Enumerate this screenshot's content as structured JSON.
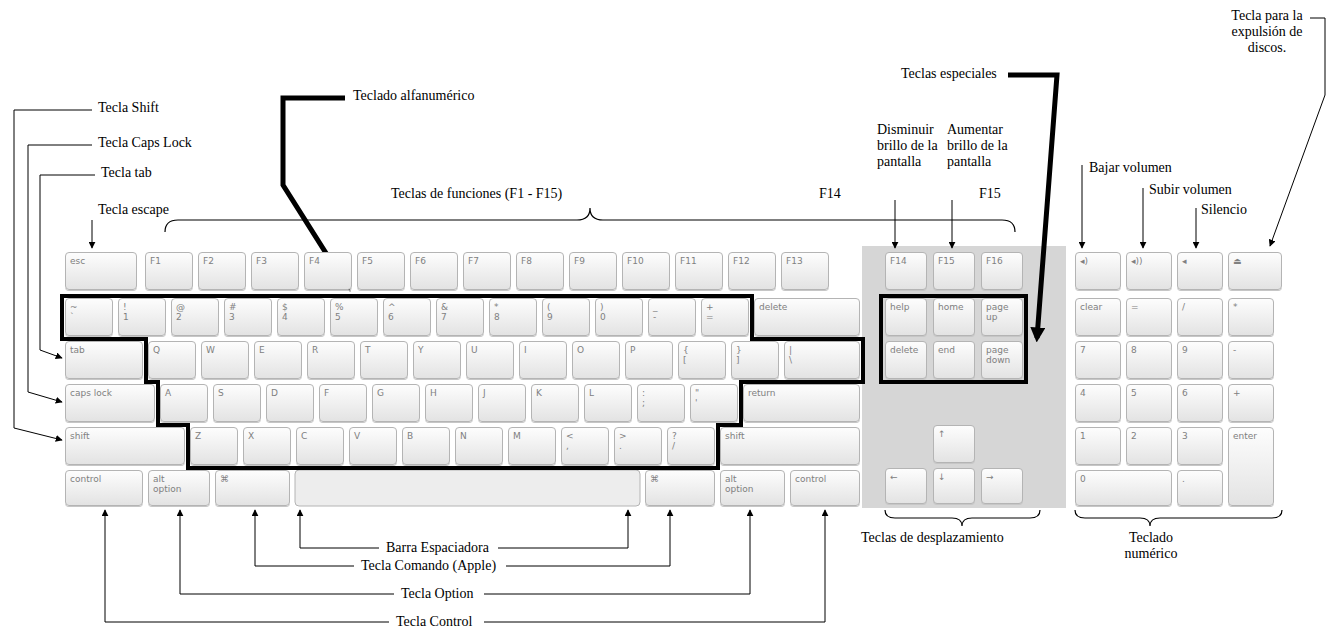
{
  "diagram": {
    "nodes": [
      {
        "text": [
          "esc"
        ]
      },
      {
        "text": [
          "F1"
        ]
      },
      {
        "text": [
          "F2"
        ]
      },
      {
        "text": [
          "F3"
        ]
      },
      {
        "text": [
          "F4"
        ]
      },
      {
        "text": [
          "F5"
        ]
      },
      {
        "text": [
          "F6"
        ]
      },
      {
        "text": [
          "F7"
        ]
      },
      {
        "text": [
          "F8"
        ]
      },
      {
        "text": [
          "F9"
        ]
      },
      {
        "text": [
          "F10"
        ]
      },
      {
        "text": [
          "F11"
        ]
      },
      {
        "text": [
          "F12"
        ]
      },
      {
        "text": [
          "F13"
        ]
      },
      {
        "text": [
          "F14"
        ]
      },
      {
        "text": [
          "F15"
        ]
      },
      {
        "text": [
          "F16"
        ]
      },
      {
        "text": [
          "◂)"
        ]
      },
      {
        "text": [
          "◂))"
        ]
      },
      {
        "text": [
          "◂"
        ]
      },
      {
        "text": [
          "⏏"
        ]
      },
      {
        "text": [
          "~",
          "`"
        ]
      },
      {
        "text": [
          "!",
          "1"
        ]
      },
      {
        "text": [
          "@",
          "2"
        ]
      },
      {
        "text": [
          "#",
          "3"
        ]
      },
      {
        "text": [
          "$",
          "4"
        ]
      },
      {
        "text": [
          "%",
          "5"
        ]
      },
      {
        "text": [
          "^",
          "6"
        ]
      },
      {
        "text": [
          "&",
          "7"
        ]
      },
      {
        "text": [
          "*",
          "8"
        ]
      },
      {
        "text": [
          "(",
          "9"
        ]
      },
      {
        "text": [
          ")",
          "0"
        ]
      },
      {
        "text": [
          "_",
          "-"
        ]
      },
      {
        "text": [
          "+",
          "="
        ]
      },
      {
        "text": [
          "delete"
        ]
      },
      {
        "text": [
          "help"
        ]
      },
      {
        "text": [
          "home"
        ]
      },
      {
        "text": [
          "page up"
        ]
      },
      {
        "text": [
          "clear"
        ]
      },
      {
        "text": [
          "="
        ]
      },
      {
        "text": [
          "/"
        ]
      },
      {
        "text": [
          "*"
        ]
      },
      {
        "text": [
          "tab"
        ]
      },
      {
        "text": [
          "Q"
        ]
      },
      {
        "text": [
          "W"
        ]
      },
      {
        "text": [
          "E"
        ]
      },
      {
        "text": [
          "R"
        ]
      },
      {
        "text": [
          "T"
        ]
      },
      {
        "text": [
          "Y"
        ]
      },
      {
        "text": [
          "U"
        ]
      },
      {
        "text": [
          "I"
        ]
      },
      {
        "text": [
          "O"
        ]
      },
      {
        "text": [
          "P"
        ]
      },
      {
        "text": [
          "{",
          "["
        ]
      },
      {
        "text": [
          "}",
          "]"
        ]
      },
      {
        "text": [
          "|",
          "\\"
        ]
      },
      {
        "text": [
          "delete"
        ]
      },
      {
        "text": [
          "end"
        ]
      },
      {
        "text": [
          "page down"
        ]
      },
      {
        "text": [
          "7"
        ]
      },
      {
        "text": [
          "8"
        ]
      },
      {
        "text": [
          "9"
        ]
      },
      {
        "text": [
          "-"
        ]
      },
      {
        "text": [
          "caps lock"
        ]
      },
      {
        "text": [
          "A"
        ]
      },
      {
        "text": [
          "S"
        ]
      },
      {
        "text": [
          "D"
        ]
      },
      {
        "text": [
          "F"
        ]
      },
      {
        "text": [
          "G"
        ]
      },
      {
        "text": [
          "H"
        ]
      },
      {
        "text": [
          "J"
        ]
      },
      {
        "text": [
          "K"
        ]
      },
      {
        "text": [
          "L"
        ]
      },
      {
        "text": [
          ":",
          ";"
        ]
      },
      {
        "text": [
          "\"",
          "'"
        ]
      },
      {
        "text": [
          "return"
        ]
      },
      {
        "text": [
          "4"
        ]
      },
      {
        "text": [
          "5"
        ]
      },
      {
        "text": [
          "6"
        ]
      },
      {
        "text": [
          "+"
        ]
      },
      {
        "text": [
          "shift"
        ]
      },
      {
        "text": [
          "Z"
        ]
      },
      {
        "text": [
          "X"
        ]
      },
      {
        "text": [
          "C"
        ]
      },
      {
        "text": [
          "V"
        ]
      },
      {
        "text": [
          "B"
        ]
      },
      {
        "text": [
          "N"
        ]
      },
      {
        "text": [
          "M"
        ]
      },
      {
        "text": [
          "<",
          ","
        ]
      },
      {
        "text": [
          ">",
          "."
        ]
      },
      {
        "text": [
          "?",
          "/"
        ]
      },
      {
        "text": [
          "shift"
        ]
      },
      {
        "text": [
          "↑"
        ]
      },
      {
        "text": [
          "1"
        ]
      },
      {
        "text": [
          "2"
        ]
      },
      {
        "text": [
          "3"
        ]
      },
      {
        "text": [
          "enter"
        ]
      },
      {
        "text": [
          "control"
        ]
      },
      {
        "text": [
          "alt",
          "option"
        ]
      },
      {
        "text": [
          "⌘"
        ]
      },
      {
        "text": [
          "⌘"
        ]
      },
      {
        "text": [
          "alt",
          "option"
        ]
      },
      {
        "text": [
          "control"
        ]
      },
      {
        "text": [
          "←"
        ]
      },
      {
        "text": [
          "↓"
        ]
      },
      {
        "text": [
          "→"
        ]
      },
      {
        "text": [
          "0"
        ]
      },
      {
        "text": [
          "."
        ]
      }
    ],
    "labels": [
      "Tecla para la expulsión de discos.",
      "Teclas especiales",
      "Teclado alfanumérico",
      "Tecla Shift",
      "Disminuir brillo de la pantalla",
      "Aumentar brillo de la pantalla",
      "Tecla Caps Lock",
      "Bajar volumen",
      "Tecla tab",
      "Teclas de funciones (F1 - F15)",
      "F14",
      "F15",
      "Subir volumen",
      "Tecla escape",
      "Silencio",
      "Barra Espaciadora",
      "Tecla Comando (Apple)",
      "Tecla Option",
      "Tecla Control",
      "Teclas de desplazamiento",
      "Teclado numérico"
    ]
  }
}
